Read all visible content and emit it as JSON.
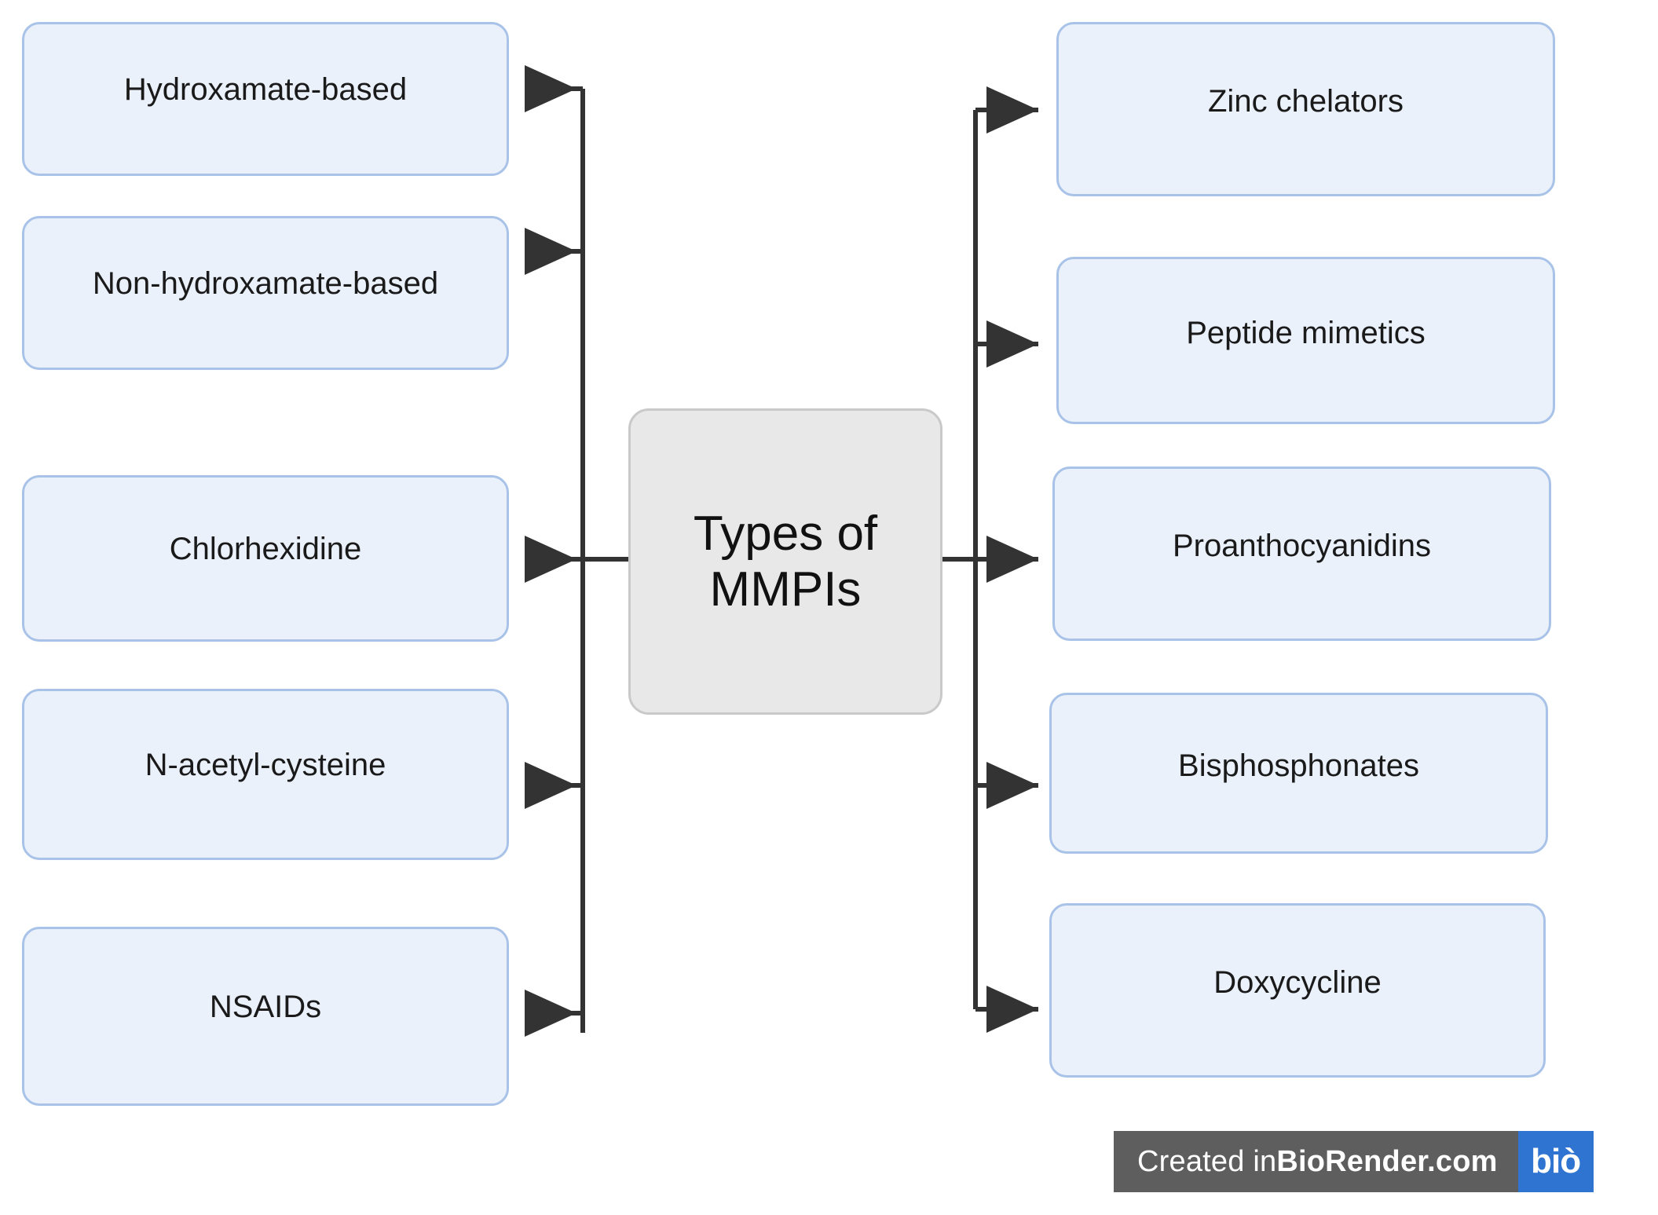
{
  "diagram": {
    "title": "Types of MMPIs",
    "center_node": {
      "label": "Types of\nMMPIs",
      "fill": "#e8e8e8",
      "border": "#c9c9c9"
    },
    "node_style": {
      "fill": "#eaf1fb",
      "border": "#a9c3e8",
      "edge_color": "#333333"
    },
    "left_branch": {
      "direction": "left",
      "nodes": [
        {
          "label": "Hydroxamate-based"
        },
        {
          "label": "Non-hydroxamate-based"
        },
        {
          "label": "Chlorhexidine"
        },
        {
          "label": "N-acetyl-cysteine"
        },
        {
          "label": "NSAIDs"
        }
      ]
    },
    "right_branch": {
      "direction": "right",
      "nodes": [
        {
          "label": "Zinc chelators"
        },
        {
          "label": "Peptide mimetics"
        },
        {
          "label": "Proanthocyanidins"
        },
        {
          "label": "Bisphosphonates"
        },
        {
          "label": "Doxycycline"
        }
      ]
    }
  },
  "watermark": {
    "prefix": "Created in ",
    "brand": "BioRender.com",
    "logo_text": "biò"
  }
}
